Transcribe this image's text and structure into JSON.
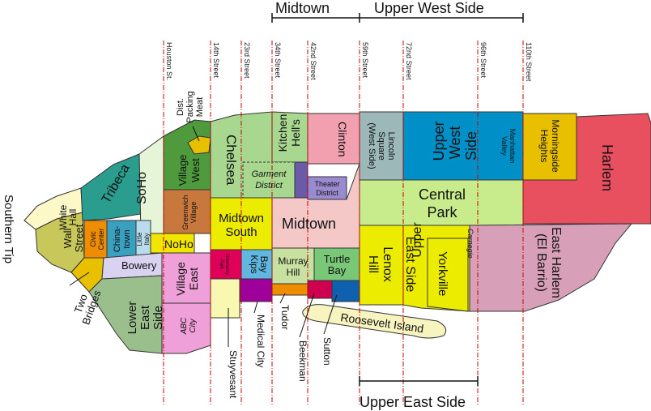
{
  "headers": {
    "midtown": "Midtown",
    "upper_west_side": "Upper West Side",
    "upper_east_side": "Upper East Side"
  },
  "streets": {
    "houston": "Houston St.",
    "s14": "14th Street",
    "s23": "23rd Street",
    "s34": "34th Street",
    "s42": "42nd Street",
    "s59": "59th Street",
    "s72": "72nd Street",
    "s96": "96th Street",
    "s110": "110th Street"
  },
  "neighborhoods": {
    "southern_tip": "Southern Tip",
    "white_hall": [
      "White",
      "Hall"
    ],
    "wall_street": [
      "Wall",
      "Street"
    ],
    "tribeca": "Tribeca",
    "soho": "SoHo",
    "civic_center": [
      "Civic",
      "Center"
    ],
    "chinatown": [
      "China-",
      "town"
    ],
    "little_italy": [
      "Little",
      "Italy"
    ],
    "noho": "NoHo",
    "bowery": "Bowery",
    "two_bridges": [
      "Two",
      "Bridges"
    ],
    "lower_east_side": [
      "Lower",
      "East",
      "Side"
    ],
    "west_village": [
      "West",
      "Village"
    ],
    "greenwich_village": [
      "Greenwich",
      "Village"
    ],
    "meat_packing": [
      "Meat",
      "Packing",
      "Dist."
    ],
    "east_village": [
      "East",
      "Village"
    ],
    "abc_city": [
      "ABC",
      "City"
    ],
    "chelsea": "Chelsea",
    "hells_kitchen": [
      "Hell's",
      "Kitchen"
    ],
    "garment_district": [
      "Garment",
      "District"
    ],
    "theater_district": [
      "Theater",
      "District"
    ],
    "clinton": "Clinton",
    "midtown_south": [
      "Midtown",
      "South"
    ],
    "midtown": "Midtown",
    "gramercy_park": [
      "Gramercy",
      "Park"
    ],
    "kips_bay": [
      "Kips",
      "Bay"
    ],
    "murray_hill": [
      "Murray",
      "Hill"
    ],
    "turtle_bay": [
      "Turtle",
      "Bay"
    ],
    "stuyvesant": "Stuyvesant",
    "medical_city": "Medical City",
    "tudor": "Tudor",
    "beekman": "Beekman",
    "sutton": "Sutton",
    "roosevelt_island": "Roosevelt Island",
    "lincoln_square": [
      "Lincoln",
      "Square",
      "(West Side)"
    ],
    "upper_west_side": [
      "Upper",
      "West",
      "Side"
    ],
    "manhattan_valley": [
      "Manhattan",
      "Valley"
    ],
    "morningside_heights": [
      "Morningside",
      "Heights"
    ],
    "harlem": "Harlem",
    "central_park": [
      "Central",
      "Park"
    ],
    "lenox_hill": [
      "Lenox",
      "Hill"
    ],
    "upper_east_side": [
      "Upper",
      "East Side"
    ],
    "carnegie": "Carnegie",
    "yorkville": "Yorkville",
    "east_harlem": [
      "East Harlem",
      "(El Barrio)"
    ]
  },
  "colors": {
    "tribeca": "#2a9d8f",
    "soho": "#e6f5d8",
    "white_hall": "#fcf8c8",
    "wall_street": "#c8c85a",
    "two_bridges": "#e8c000",
    "civic_center": "#f08c00",
    "chinatown": "#3aa0c0",
    "little_italy": "#b8dcec",
    "noho": "#f2e600",
    "bowery": "#d9d2f0",
    "lower_east_side": "#9bbf8c",
    "west_village": "#4f9a3c",
    "greenwich_village": "#c8783c",
    "meat_packing": "#e8c000",
    "east_village": "#f0a0d8",
    "chelsea": "#a8d890",
    "hells_kitchen": "#a8d890",
    "garment_district": "#a8d890",
    "theater_district": "#6a5aa8",
    "clinton": "#f2a0b0",
    "midtown_south": "#ecec00",
    "midtown": "#f5c8c8",
    "gramercy_park": "#e0005a",
    "kips_bay": "#60b8e0",
    "murray_hill": "#c8e0a0",
    "turtle_bay": "#78c878",
    "stuyvesant": "#f8f8b0",
    "medical_city": "#a0009a",
    "tudor": "#f08c00",
    "beekman": "#d00050",
    "sutton": "#1060b0",
    "roosevelt_island": "#f8f4c0",
    "lincoln_square": "#9cb8b8",
    "upper_west_side": "#0090c8",
    "morningside_heights": "#e8c000",
    "harlem": "#e85060",
    "central_park": "#c8ec8c",
    "lenox_hill": "#ecec00",
    "upper_east_side": "#ecec00",
    "yorkville": "#ecec00",
    "east_harlem": "#d8a0b8"
  }
}
